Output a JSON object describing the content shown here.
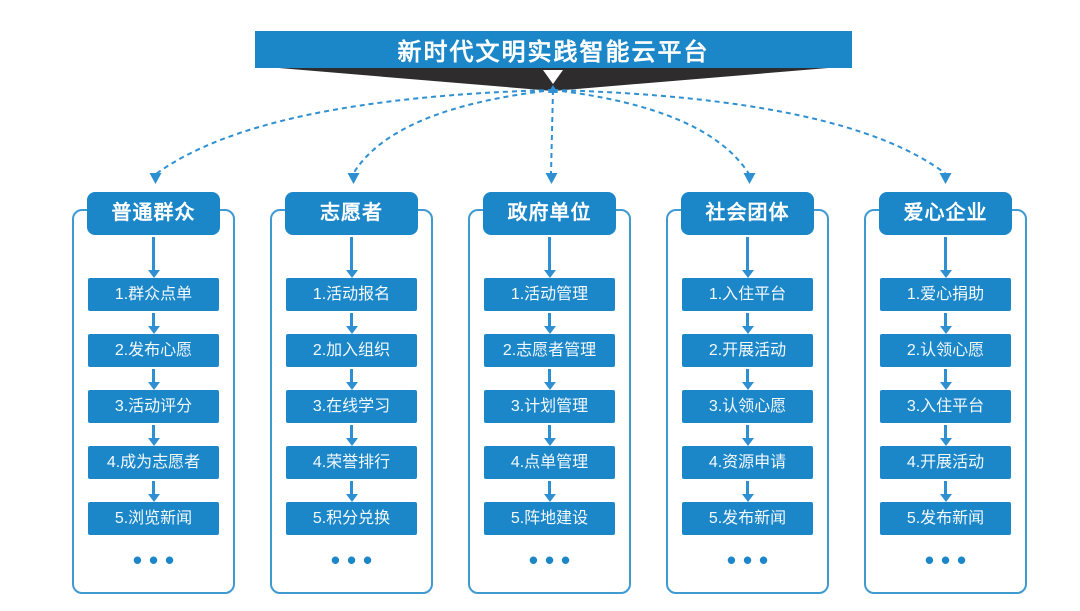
{
  "title": "新时代文明实践智能云平台",
  "colors": {
    "box_blue": "#1c87c8",
    "arrow_blue": "#2e90d2",
    "frame_border_blue": "#3f9ad2",
    "wedge_dark": "#2e2c2c",
    "background": "#ffffff",
    "text_on_blue": "#ffffff"
  },
  "columns": [
    {
      "header": "普通群众",
      "steps": [
        "1.群众点单",
        "2.发布心愿",
        "3.活动评分",
        "4.成为志愿者",
        "5.浏览新闻"
      ],
      "more": "•••"
    },
    {
      "header": "志愿者",
      "steps": [
        "1.活动报名",
        "2.加入组织",
        "3.在线学习",
        "4.荣誉排行",
        "5.积分兑换"
      ],
      "more": "•••"
    },
    {
      "header": "政府单位",
      "steps": [
        "1.活动管理",
        "2.志愿者管理",
        "3.计划管理",
        "4.点单管理",
        "5.阵地建设"
      ],
      "more": "•••"
    },
    {
      "header": "社会团体",
      "steps": [
        "1.入住平台",
        "2.开展活动",
        "3.认领心愿",
        "4.资源申请",
        "5.发布新闻"
      ],
      "more": "•••"
    },
    {
      "header": "爱心企业",
      "steps": [
        "1.爱心捐助",
        "2.认领心愿",
        "3.入住平台",
        "4.开展活动",
        "5.发布新闻"
      ],
      "more": "•••"
    }
  ]
}
